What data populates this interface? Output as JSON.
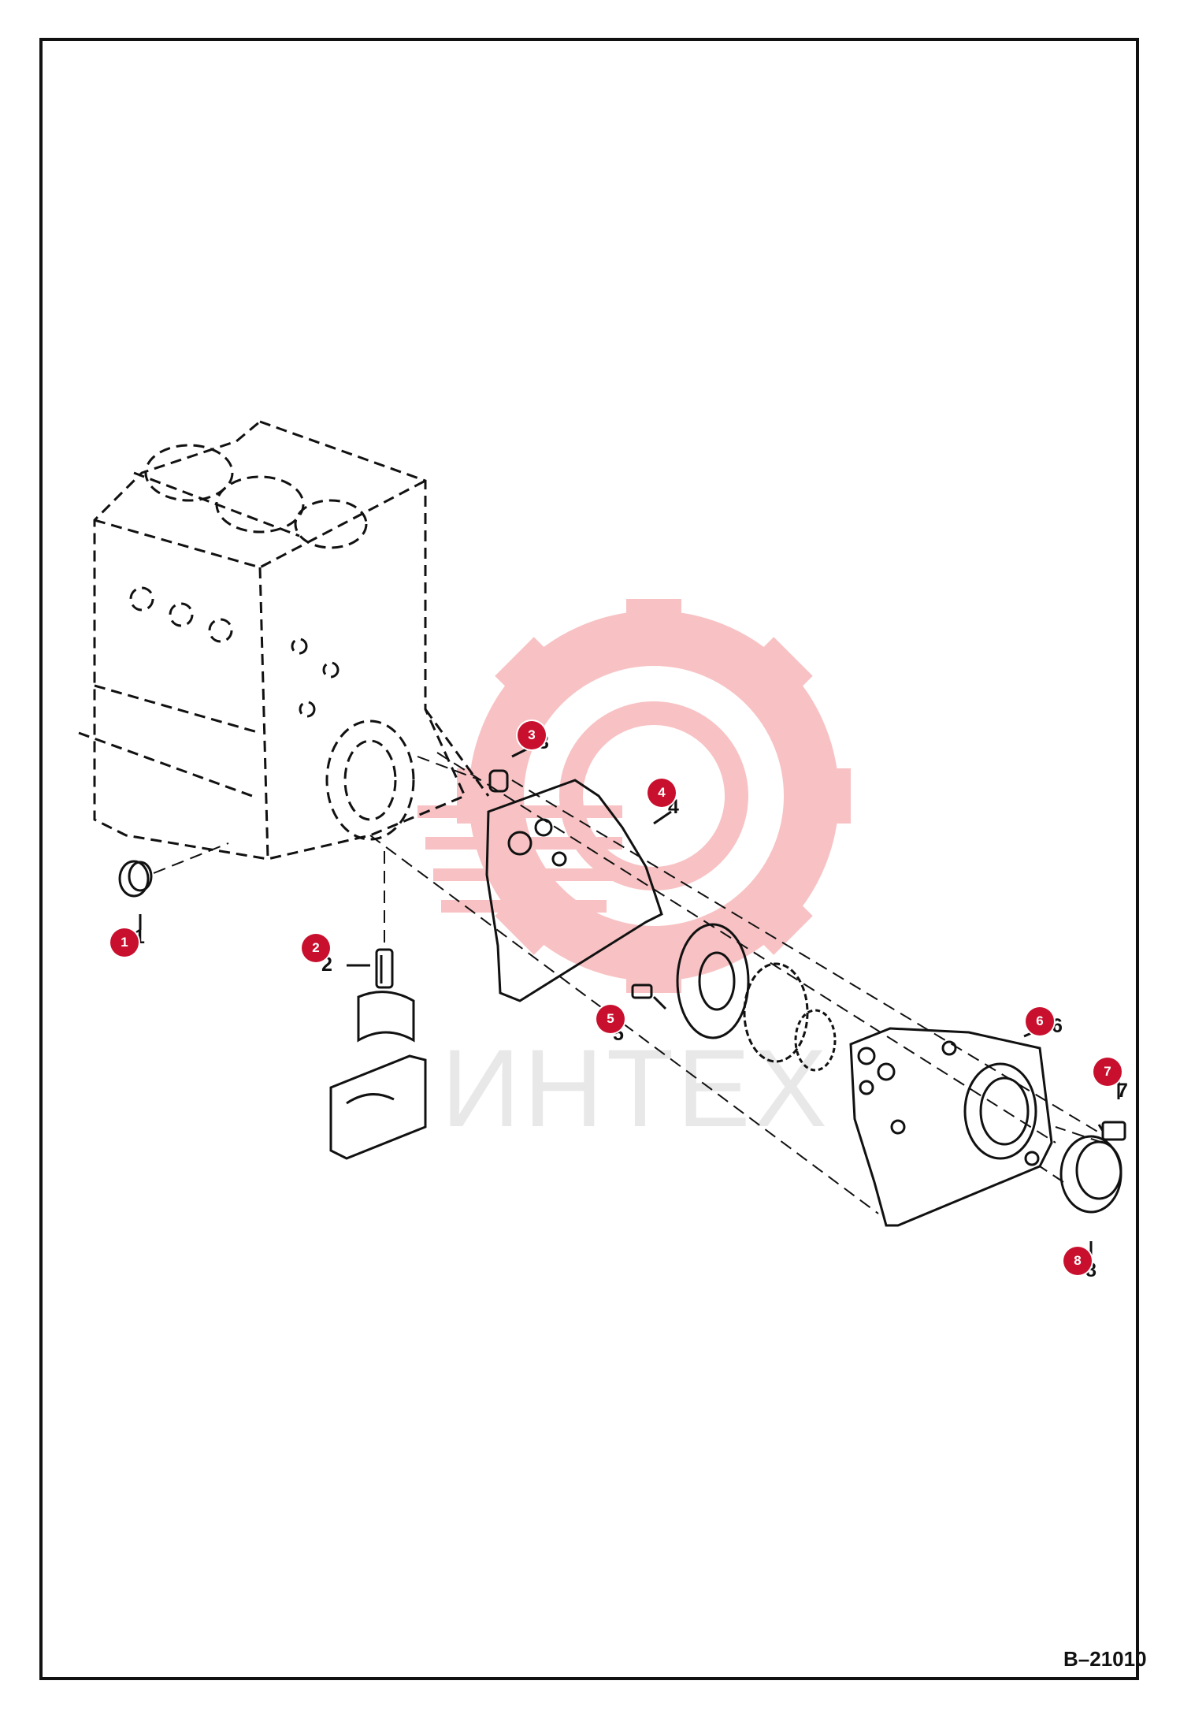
{
  "figure_code": "B–21010",
  "watermark": {
    "text": "ИНТЕХ",
    "color": "#e8272e"
  },
  "callout_color": "#c8102e",
  "callouts": [
    {
      "number": "1",
      "ref": "1"
    },
    {
      "number": "2",
      "ref": "2"
    },
    {
      "number": "3",
      "ref": "3"
    },
    {
      "number": "4",
      "ref": "4"
    },
    {
      "number": "5",
      "ref": "5"
    },
    {
      "number": "6",
      "ref": "6"
    },
    {
      "number": "7",
      "ref": "7"
    },
    {
      "number": "8",
      "ref": "8"
    }
  ]
}
